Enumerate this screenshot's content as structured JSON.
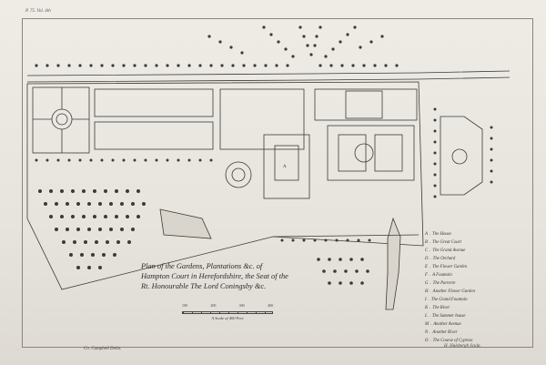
{
  "plate_ref": "P. 75. Vol. 4th",
  "title_lines": [
    "Plan of the Gardens, Plantations &c. of",
    "Hampton Court in Herefordshire, the Seat of the",
    "Rt. Honourable The Lord Coningsby &c."
  ],
  "scale": {
    "caption": "A Scale of 400 Feet",
    "ticks": [
      "100",
      "200",
      "300",
      "400"
    ]
  },
  "legend": [
    {
      "key": "A",
      "label": "The House"
    },
    {
      "key": "B",
      "label": "The Great Court"
    },
    {
      "key": "C",
      "label": "The Grand Avenue"
    },
    {
      "key": "D",
      "label": "The Orchard"
    },
    {
      "key": "E",
      "label": "The Flower Garden"
    },
    {
      "key": "F",
      "label": "A Fountain"
    },
    {
      "key": "G",
      "label": "The Parterre"
    },
    {
      "key": "H",
      "label": "Another Flower Garden"
    },
    {
      "key": "I",
      "label": "The Grand Fountain"
    },
    {
      "key": "K",
      "label": "The River"
    },
    {
      "key": "L",
      "label": "The Summer house"
    },
    {
      "key": "M",
      "label": "Another Avenue"
    },
    {
      "key": "N",
      "label": "Another River"
    },
    {
      "key": "O",
      "label": "The Course of Cypress"
    }
  ],
  "credits": {
    "delineator": "Co. Campbell Delin.",
    "engraver": "H. Hulsbergh Sculp."
  },
  "colors": {
    "paper": "#ece9e3",
    "ink": "#3b3a36",
    "light_ink": "#7c776f"
  }
}
